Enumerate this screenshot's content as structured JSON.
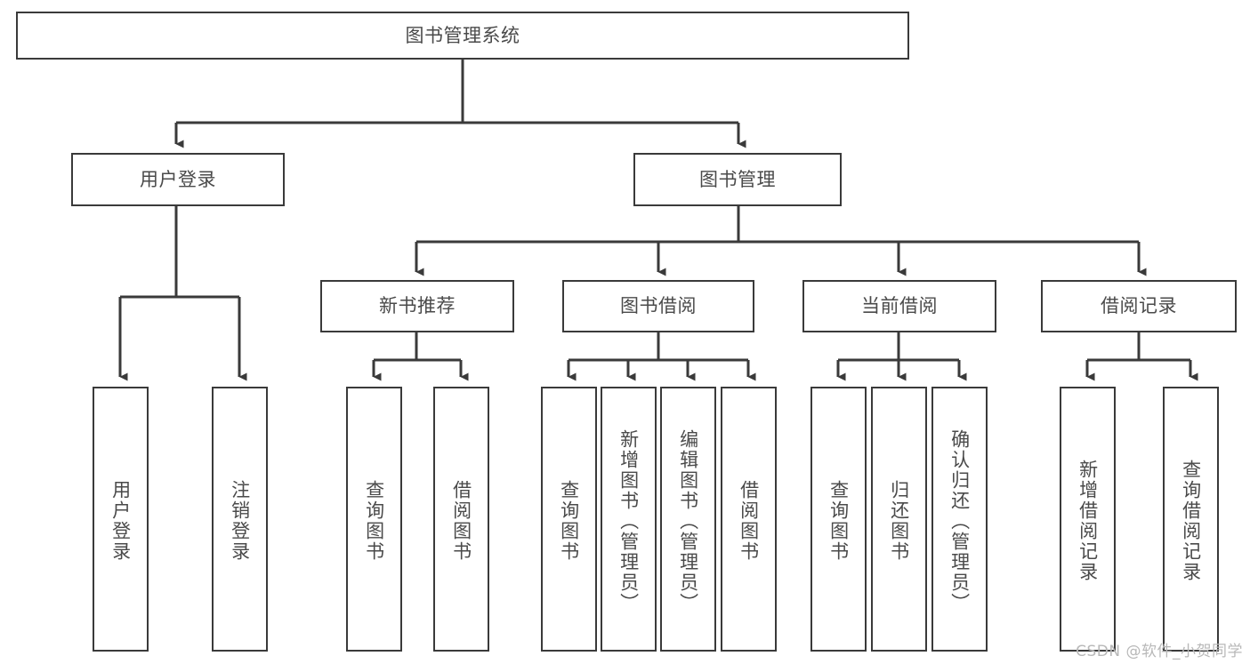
{
  "diagram": {
    "type": "tree-hierarchy-chart",
    "title": "图书管理系统",
    "colors": {
      "stroke": "#3a3a3a",
      "text": "#4a4a4a",
      "background": "#ffffff",
      "watermark": "#b8b8b8"
    },
    "root": {
      "label": "图书管理系统"
    },
    "level2": [
      {
        "id": "user-login",
        "label": "用户登录"
      },
      {
        "id": "book-management",
        "label": "图书管理"
      }
    ],
    "level3": [
      {
        "id": "new-book-recommend",
        "label": "新书推荐"
      },
      {
        "id": "book-borrow",
        "label": "图书借阅"
      },
      {
        "id": "current-borrow",
        "label": "当前借阅"
      },
      {
        "id": "borrow-record",
        "label": "借阅记录"
      }
    ],
    "leaves": {
      "user_login": [
        {
          "id": "leaf-user-login",
          "label": "用户登录"
        },
        {
          "id": "leaf-logout",
          "label": "注销登录"
        }
      ],
      "new_book_recommend": [
        {
          "id": "leaf-query-book-1",
          "label": "查询图书"
        },
        {
          "id": "leaf-borrow-book-1",
          "label": "借阅图书"
        }
      ],
      "book_borrow": [
        {
          "id": "leaf-query-book-2",
          "label": "查询图书"
        },
        {
          "id": "leaf-add-book",
          "label": "新增图书（管理员）"
        },
        {
          "id": "leaf-edit-book",
          "label": "编辑图书（管理员）"
        },
        {
          "id": "leaf-borrow-book-2",
          "label": "借阅图书"
        }
      ],
      "current_borrow": [
        {
          "id": "leaf-query-book-3",
          "label": "查询图书"
        },
        {
          "id": "leaf-return-book",
          "label": "归还图书"
        },
        {
          "id": "leaf-confirm-return",
          "label": "确认归还（管理员）"
        }
      ],
      "borrow_record": [
        {
          "id": "leaf-add-record",
          "label": "新增借阅记录"
        },
        {
          "id": "leaf-query-record",
          "label": "查询借阅记录"
        }
      ]
    },
    "watermark": "CSDN @软件_小贺同学"
  }
}
